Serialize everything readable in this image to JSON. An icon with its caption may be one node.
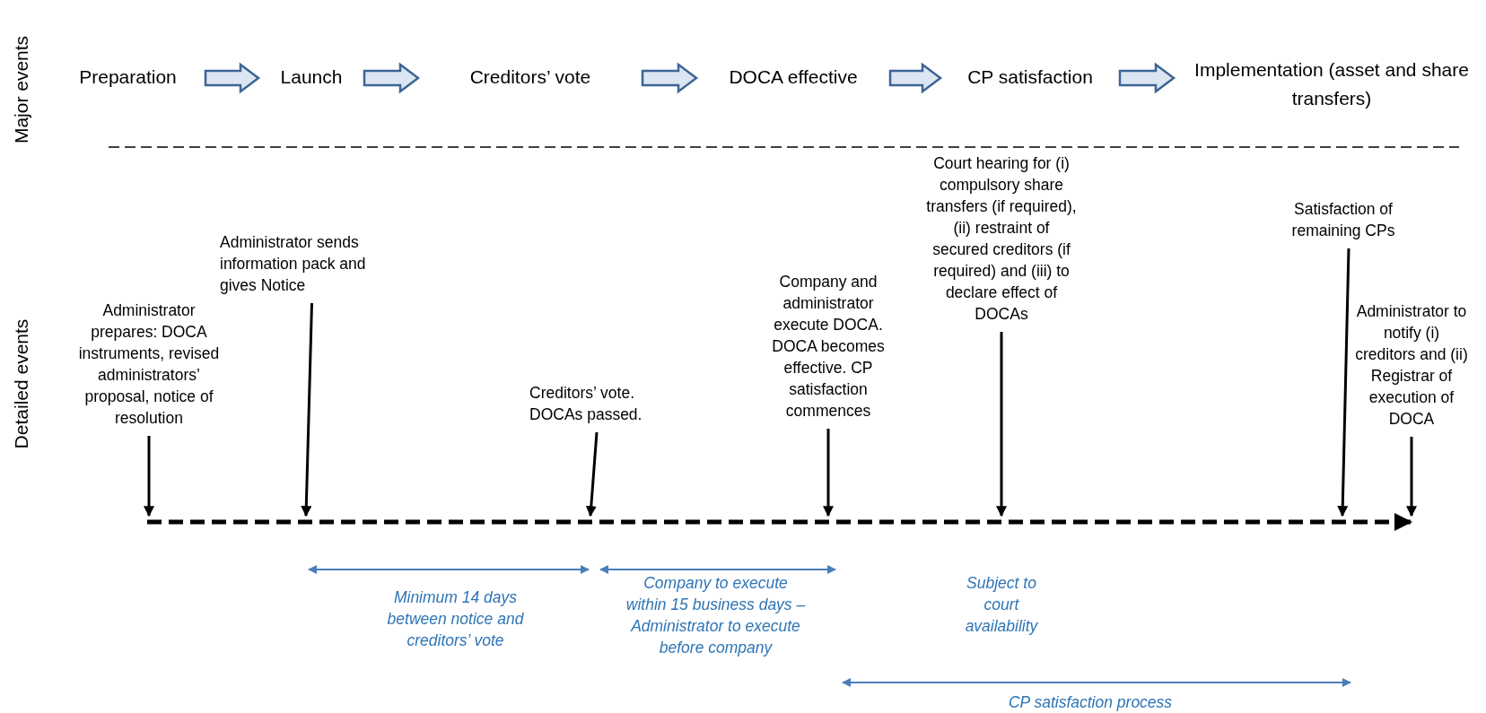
{
  "diagram": {
    "nodes": [
      {
        "text": [
          "Preparation"
        ]
      },
      {
        "text": [
          "Launch"
        ]
      },
      {
        "text": [
          "Creditors’ vote"
        ]
      },
      {
        "text": [
          "DOCA effective"
        ]
      },
      {
        "text": [
          "CP satisfaction"
        ]
      },
      {
        "text": [
          "Implementation (asset and share transfers)"
        ]
      },
      {
        "text": [
          "Administrator prepares: DOCA instruments, revised administrators’ proposal, notice of resolution"
        ]
      },
      {
        "text": [
          "Administrator sends information pack and gives Notice"
        ]
      },
      {
        "text": [
          "Creditors’ vote. DOCAs passed."
        ]
      },
      {
        "text": [
          "Company and administrator execute DOCA. DOCA becomes effective. CP satisfaction commences"
        ]
      },
      {
        "text": [
          "Court hearing for (i) compulsory share transfers (if required), (ii) restraint of secured creditors (if required) and (iii) to declare effect of DOCAs"
        ]
      },
      {
        "text": [
          "Satisfaction of remaining CPs"
        ]
      },
      {
        "text": [
          "Administrator to notify (i) creditors and (ii) Registrar of execution of DOCA"
        ]
      }
    ],
    "edges": [
      {
        "from": 0,
        "to": 1,
        "arrow": "to"
      },
      {
        "from": 1,
        "to": 2,
        "arrow": "to"
      },
      {
        "from": 2,
        "to": 3,
        "arrow": "to"
      },
      {
        "from": 3,
        "to": 4,
        "arrow": "to"
      },
      {
        "from": 4,
        "to": 5,
        "arrow": "to"
      },
      {
        "from": 6,
        "to": null,
        "arrow": "to"
      },
      {
        "from": 7,
        "to": null,
        "arrow": "to"
      },
      {
        "from": 8,
        "to": null,
        "arrow": "to"
      },
      {
        "from": 9,
        "to": null,
        "arrow": "to"
      },
      {
        "from": 10,
        "to": null,
        "arrow": "to"
      },
      {
        "from": 11,
        "to": null,
        "arrow": "to"
      },
      {
        "from": 12,
        "to": null,
        "arrow": "to"
      }
    ],
    "labels": [
      "Major events",
      "Detailed events",
      "Minimum 14 days between notice and creditors’ vote",
      "Company to execute within 15 business days – Administrator to execute before company",
      "Subject to court availability",
      "CP satisfaction process"
    ]
  }
}
